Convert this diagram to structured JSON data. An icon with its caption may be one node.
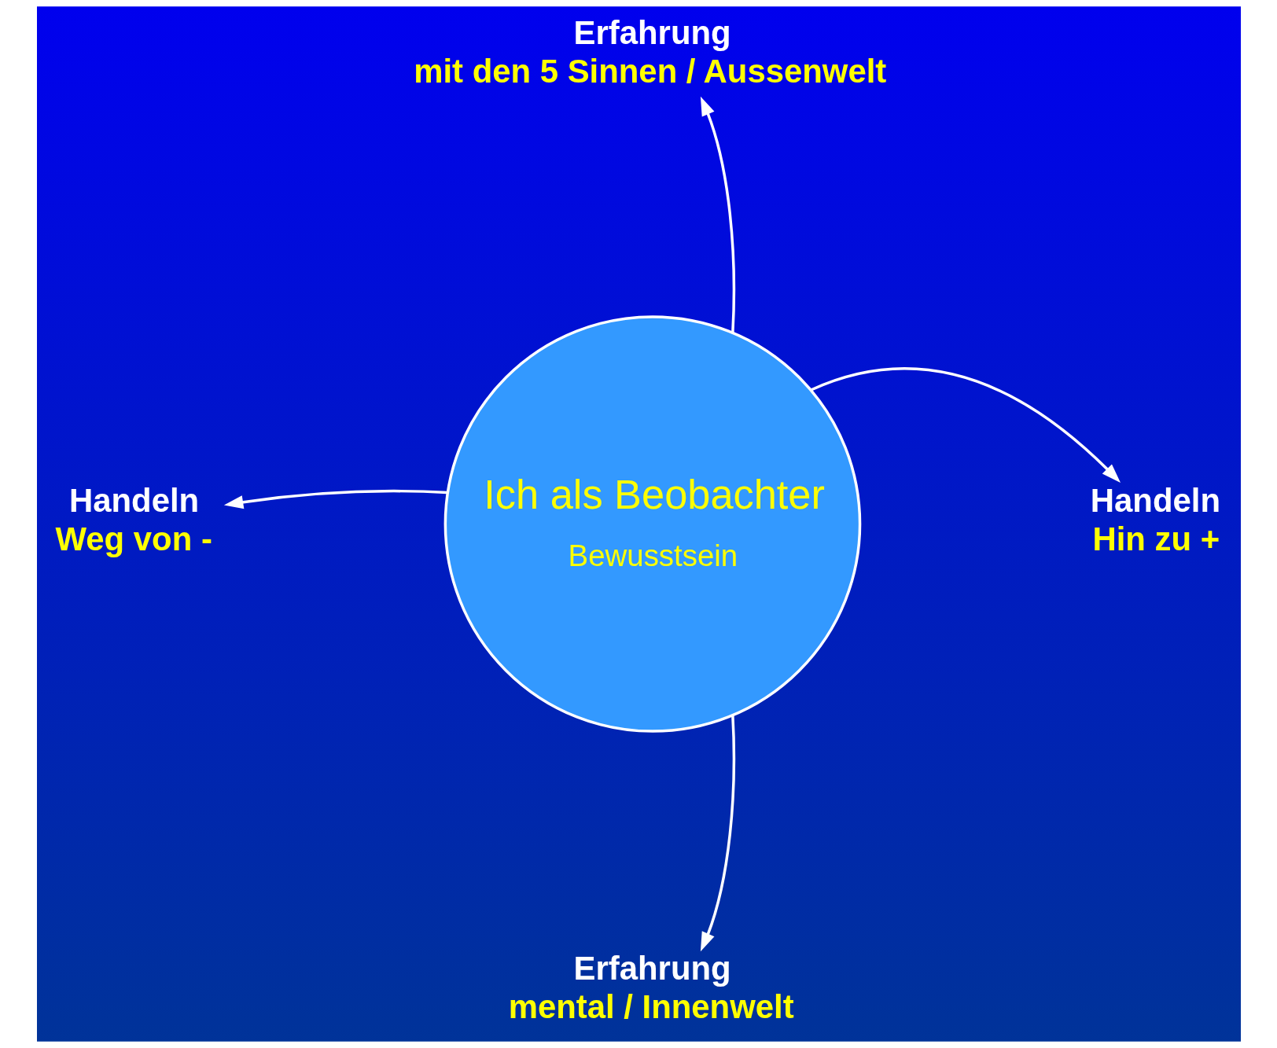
{
  "diagram": {
    "nodes": [
      {
        "text": [
          "Ich als Beobachter",
          "Bewusstsein"
        ]
      },
      {
        "text": [
          "Erfahrung",
          "mit den 5 Sinnen / Aussenwelt"
        ]
      },
      {
        "text": [
          "Handeln",
          "Weg von -"
        ]
      },
      {
        "text": [
          "Handeln",
          "Hin zu +"
        ]
      },
      {
        "text": [
          "Erfahrung",
          "mental / Innenwelt"
        ]
      }
    ],
    "edges": [
      {
        "from": 0,
        "to": 1,
        "arrow": "to"
      },
      {
        "from": 0,
        "to": 2,
        "arrow": "to"
      },
      {
        "from": 0,
        "to": 3,
        "arrow": "to"
      },
      {
        "from": 0,
        "to": 4,
        "arrow": "to"
      }
    ]
  }
}
